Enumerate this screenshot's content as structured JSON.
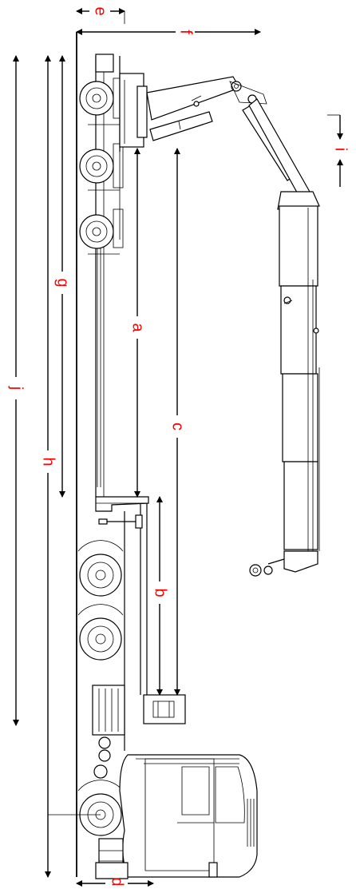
{
  "dimension_labels": {
    "a": "a",
    "b": "b",
    "c": "c",
    "d": "d",
    "e": "e",
    "f": "f",
    "g": "g",
    "h": "h",
    "i": "i",
    "j": "j"
  },
  "colors": {
    "label": "#ff0000",
    "line": "#000000",
    "background": "#ffffff"
  }
}
